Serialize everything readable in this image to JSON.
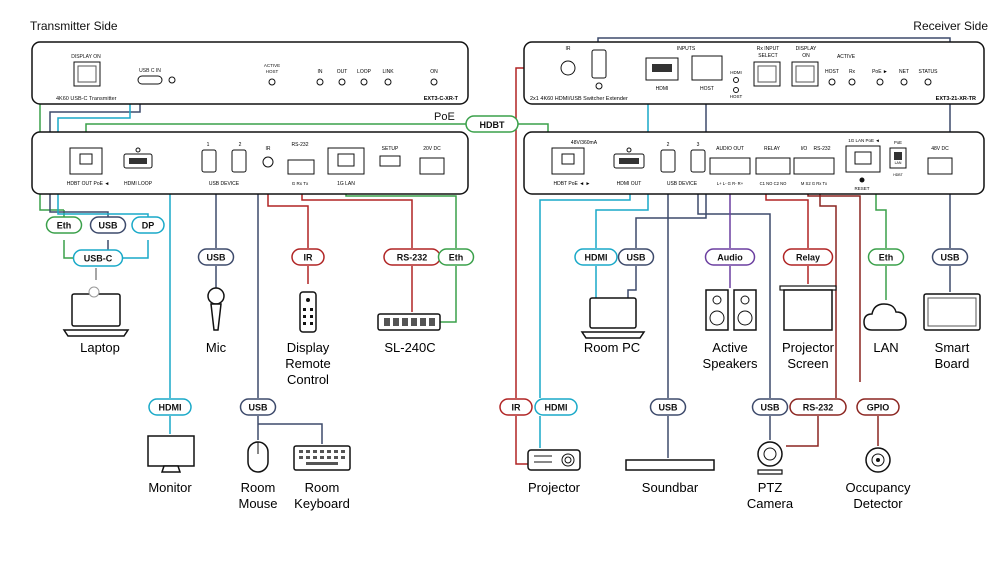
{
  "sides": {
    "transmitter": "Transmitter Side",
    "receiver": "Receiver Side"
  },
  "tx": {
    "front": {
      "display_on": "DISPLAY ON",
      "usbc_in": "USB C IN",
      "name": "4K60 USB-C Transmitter",
      "active_host": [
        "ACTIVE",
        "HOST"
      ],
      "in": "IN",
      "out": "OUT",
      "loop": "LOOP",
      "link": "LINK",
      "on": "ON",
      "model": "EXT3-C-XR-T"
    },
    "rear": {
      "hdbt_out": "HDBT OUT PoE ◄",
      "hdmi_loop": "HDMI LOOP",
      "usb1": "1",
      "usb2": "2",
      "usb_device": "USB DEVICE",
      "ir": "IR",
      "rs232": "RS-232",
      "rs232_pins": "G  Rx  Tx",
      "setup": "SETUP",
      "lan": "1G LAN",
      "dc": "20V DC"
    }
  },
  "rx": {
    "front": {
      "ir": "IR",
      "inputs": "INPUTS",
      "rx_input_select": [
        "Rx INPUT",
        "SELECT"
      ],
      "display_on": [
        "DISPLAY",
        "ON"
      ],
      "active": "ACTIVE",
      "hdmi": "HDMI",
      "host": "HOST",
      "hdmi_led": "HDMI",
      "host_led": "HOST",
      "host2": "HOST",
      "rx": "Rx",
      "poe": "PoE ►",
      "net": "NET",
      "status": "STATUS",
      "name": "2x1 4K60 HDMI/USB Switcher Extender",
      "model": "EXT3-21-XR-TR"
    },
    "rear": {
      "power": "48V/360mA",
      "hdbt_poe": "HDBT PoE ◄ ►",
      "hdmi_out": "HDMI OUT",
      "usb2": "2",
      "usb3": "3",
      "usb_device": "USB DEVICE",
      "audio_out": "AUDIO OUT",
      "audio_pins": "L+ L-  G  R- R+",
      "relay": "RELAY",
      "relay_pins": "C1 NO  C2 NO",
      "io": "I/O",
      "rs232": "RS-232",
      "io_pins": "M  S2  G  Rx  Tx",
      "lan_poe": "1G LAN PoE ◄",
      "reset": "RESET",
      "poe_sw": "PoE",
      "lan_sw": "LAN",
      "hdbt_sw": "HDBT",
      "dc": "48V DC"
    }
  },
  "link": {
    "hdbt": "HDBT",
    "poe": "PoE"
  },
  "tags": {
    "eth1": "Eth",
    "usb1": "USB",
    "dp": "DP",
    "usbc": "USB-C",
    "usb_mic": "USB",
    "ir_tx": "IR",
    "rs232_tx": "RS-232",
    "eth_tx": "Eth",
    "hdmi_mon": "HDMI",
    "usb_mouse": "USB",
    "hdmi_pc": "HDMI",
    "usb_pc": "USB",
    "audio": "Audio",
    "relay": "Relay",
    "eth_lan": "Eth",
    "usb_sb": "USB",
    "ir_rx": "IR",
    "hdmi_proj": "HDMI",
    "usb_soundbar": "USB",
    "usb_ptz": "USB",
    "rs232_rx": "RS-232",
    "gpio": "GPIO"
  },
  "devices": {
    "laptop": "Laptop",
    "mic": "Mic",
    "remote": [
      "Display",
      "Remote",
      "Control"
    ],
    "sl240c": "SL-240C",
    "monitor": "Monitor",
    "mouse": [
      "Room",
      "Mouse"
    ],
    "keyboard": [
      "Room",
      "Keyboard"
    ],
    "room_pc": "Room PC",
    "speakers": [
      "Active",
      "Speakers"
    ],
    "screen": [
      "Projector",
      "Screen"
    ],
    "lan": "LAN",
    "smart_board": [
      "Smart",
      "Board"
    ],
    "projector": "Projector",
    "soundbar": "Soundbar",
    "ptz": [
      "PTZ",
      "Camera"
    ],
    "occupancy": [
      "Occupancy",
      "Detector"
    ]
  },
  "colors": {
    "eth": "#3aa04a",
    "usb": "#3d4a6b",
    "hdmi": "#19a9c8",
    "ir_rs232": "#b02424",
    "audio": "#6b3fa0",
    "gpio": "#8b2520",
    "power": "#8a8a8a",
    "device": "#1a1a1a"
  }
}
